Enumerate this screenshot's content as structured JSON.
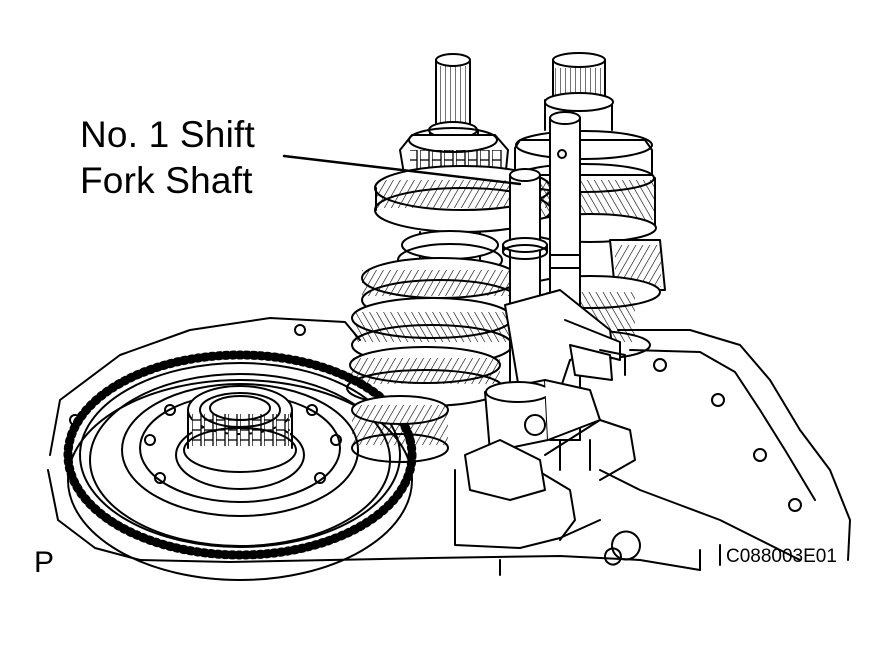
{
  "callout": {
    "line1": "No. 1 Shift",
    "line2": "Fork Shaft"
  },
  "view_letter": "P",
  "figure_code": "C088003E01"
}
